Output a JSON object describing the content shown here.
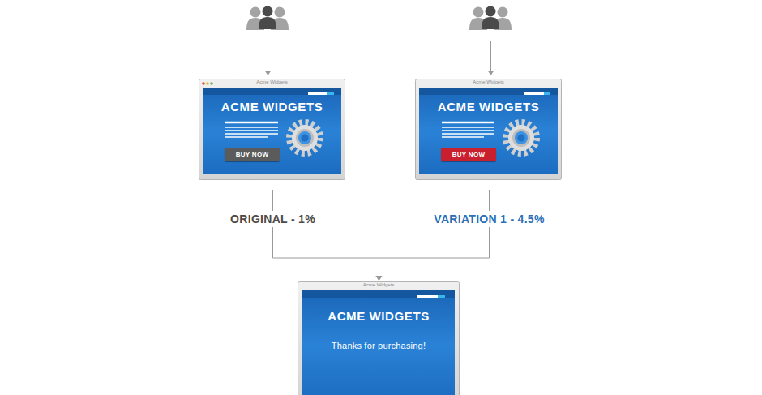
{
  "diagram": {
    "nodes": [
      {
        "text": [
          "Acme Widgets",
          "ACME WIDGETS"
        ]
      },
      {
        "text": [
          "BUY NOW"
        ],
        "in": 0
      },
      {
        "text": [
          "Acme Widgets",
          "ACME WIDGETS"
        ]
      },
      {
        "text": [
          "BUY NOW"
        ],
        "in": 2
      },
      {
        "text": [
          "Acme Widgets",
          "ACME WIDGETS",
          "Thanks for purchasing!"
        ]
      }
    ],
    "edges": [
      {
        "from": 0,
        "to": 4,
        "arrow": "to",
        "label": "ORIGINAL - 1%"
      },
      {
        "from": 2,
        "to": 4,
        "arrow": "to",
        "label": "VARIATION 1 - 4.5%"
      }
    ]
  }
}
